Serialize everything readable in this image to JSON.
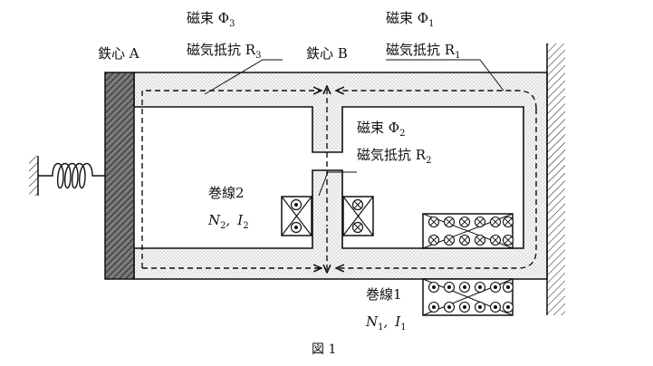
{
  "figure_caption": "図 1",
  "labels": {
    "core_a": "鉄心 A",
    "core_b": "鉄心 B",
    "flux3": "磁束 Φ",
    "flux3_sub": "3",
    "reluct3": "磁気抵抗 R",
    "reluct3_sub": "3",
    "flux1": "磁束 Φ",
    "flux1_sub": "1",
    "reluct1": "磁気抵抗 R",
    "reluct1_sub": "1",
    "flux2": "磁束 Φ",
    "flux2_sub": "2",
    "reluct2": "磁気抵抗 R",
    "reluct2_sub": "2",
    "coil2_name": "巻線2",
    "coil2_n": "N",
    "coil2_n_sub": "2",
    "coil2_sep": ",",
    "coil2_i": "I",
    "coil2_i_sub": "2",
    "coil1_name": "巻線1",
    "coil1_n": "N",
    "coil1_n_sub": "1",
    "coil1_sep": ",",
    "coil1_i": "I",
    "coil1_i_sub": "1"
  },
  "colors": {
    "core_fill": "#f4f4f4",
    "dots": "#9a9a9a",
    "armature": "#555555",
    "line": "#111111"
  }
}
